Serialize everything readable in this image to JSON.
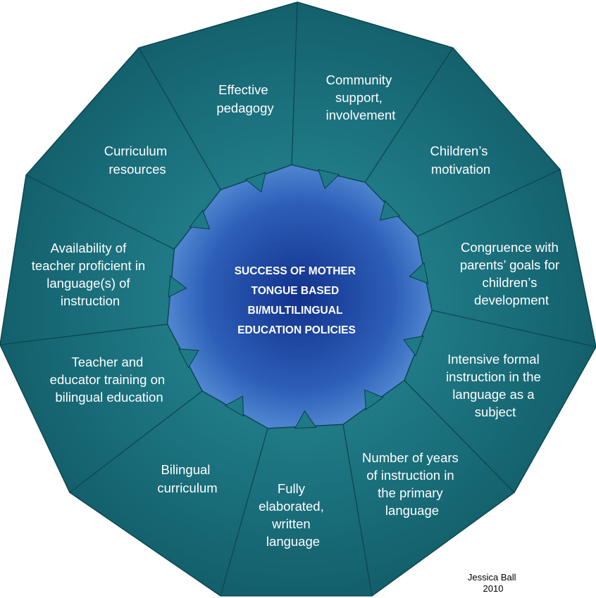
{
  "center": {
    "lines": [
      "SUCCESS OF MOTHER",
      "TONGUE BASED",
      "BI/MULTILINGUAL",
      "EDUCATION POLICIES"
    ]
  },
  "segments": [
    {
      "lines": [
        "Effective",
        "pedagogy"
      ]
    },
    {
      "lines": [
        "Community",
        "support,",
        "involvement"
      ]
    },
    {
      "lines": [
        "Children’s",
        "motivation"
      ]
    },
    {
      "lines": [
        "Congruence with",
        "parents’ goals for",
        "children’s",
        "development"
      ]
    },
    {
      "lines": [
        "Intensive formal",
        "instruction in the",
        "language as a",
        "subject"
      ]
    },
    {
      "lines": [
        "Number of years",
        "of instruction in",
        "the primary",
        "language"
      ]
    },
    {
      "lines": [
        "Fully",
        "elaborated,",
        "written",
        "language"
      ]
    },
    {
      "lines": [
        "Bilingual",
        "curriculum"
      ]
    },
    {
      "lines": [
        "Teacher and",
        "educator training on",
        "bilingual education"
      ]
    },
    {
      "lines": [
        "Availability of",
        "teacher proficient in",
        "language(s) of",
        "instruction"
      ]
    },
    {
      "lines": [
        "Curriculum",
        "resources"
      ]
    }
  ],
  "credit": {
    "line1": "Jessica Ball",
    "line2": "2010"
  },
  "colors": {
    "outer_fill": "#1a6e7c",
    "outer_edge": "#0d4650",
    "center_light": "#4f8ad4",
    "center_dark": "#12318c",
    "arrow_fill": "#1d7a86"
  }
}
